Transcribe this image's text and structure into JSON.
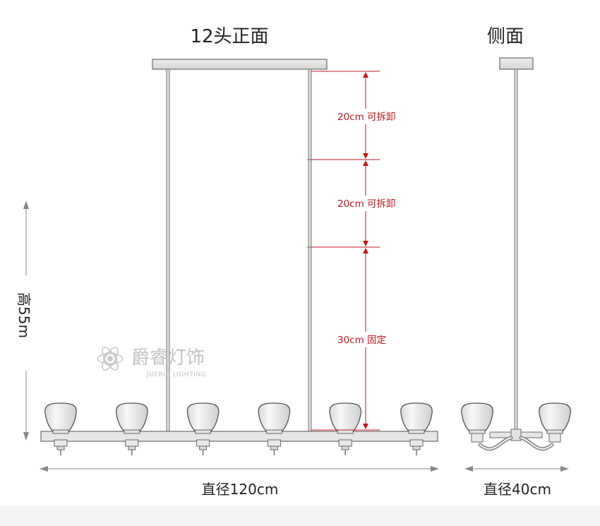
{
  "titles": {
    "front": "12头正面",
    "side": "侧面"
  },
  "dimensions": {
    "height": "高55m",
    "front_width": "直径120cm",
    "side_width": "直径40cm"
  },
  "segments": [
    {
      "label": "20cm 可拆卸"
    },
    {
      "label": "20cm 可拆卸"
    },
    {
      "label": "30cm 固定"
    }
  ],
  "watermark": {
    "name_cn": "爵睿灯饰",
    "name_en": "JUERUI LIGHTING"
  },
  "colors": {
    "annotation": "#c0181c",
    "line": "#555555",
    "fixture_fill": "#efefef",
    "background": "#ffffff"
  }
}
